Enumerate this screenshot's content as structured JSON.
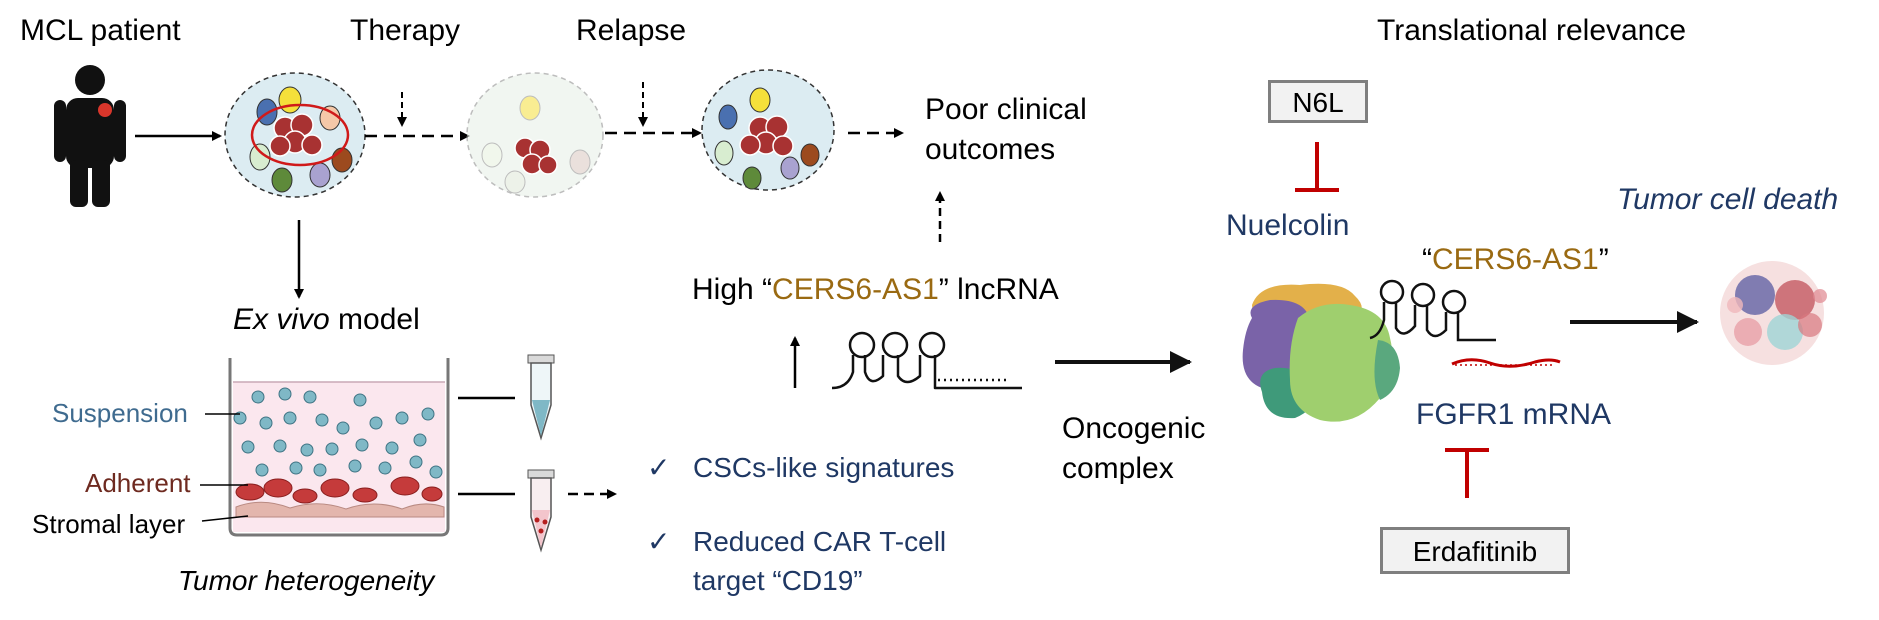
{
  "header": {
    "patient": "MCL patient",
    "therapy": "Therapy",
    "relapse": "Relapse",
    "translational": "Translational relevance"
  },
  "outcome": {
    "line1": "Poor clinical",
    "line2": "outcomes"
  },
  "model": {
    "ex_vivo_italic": "Ex vivo",
    "ex_vivo_rest": " model",
    "suspension": "Suspension",
    "adherent": "Adherent",
    "stromal": "Stromal layer",
    "heterogeneity": "Tumor heterogeneity"
  },
  "lncrna": {
    "high": "High “",
    "name": "CERS6-AS1",
    "suffix": "” lncRNA"
  },
  "checks": {
    "mark": "✓",
    "item1": "CSCs-like signatures",
    "item2_line1": "Reduced CAR T-cell",
    "item2_line2": "target “CD19”"
  },
  "complex": {
    "line1": "Oncogenic",
    "line2": "complex",
    "quote_open": "“",
    "name": "CERS6-AS1",
    "quote_close": "”",
    "fgfr1": "FGFR1 mRNA"
  },
  "drugs": {
    "n6l": "N6L",
    "nuelcolin": "Nuelcolin",
    "erdafitinib": "Erdafitinib"
  },
  "result": {
    "death": "Tumor cell death"
  },
  "colors": {
    "navy": "#1f3864",
    "gold": "#9a6a12",
    "red": "#c00000",
    "box_border": "#7f7f7f"
  }
}
